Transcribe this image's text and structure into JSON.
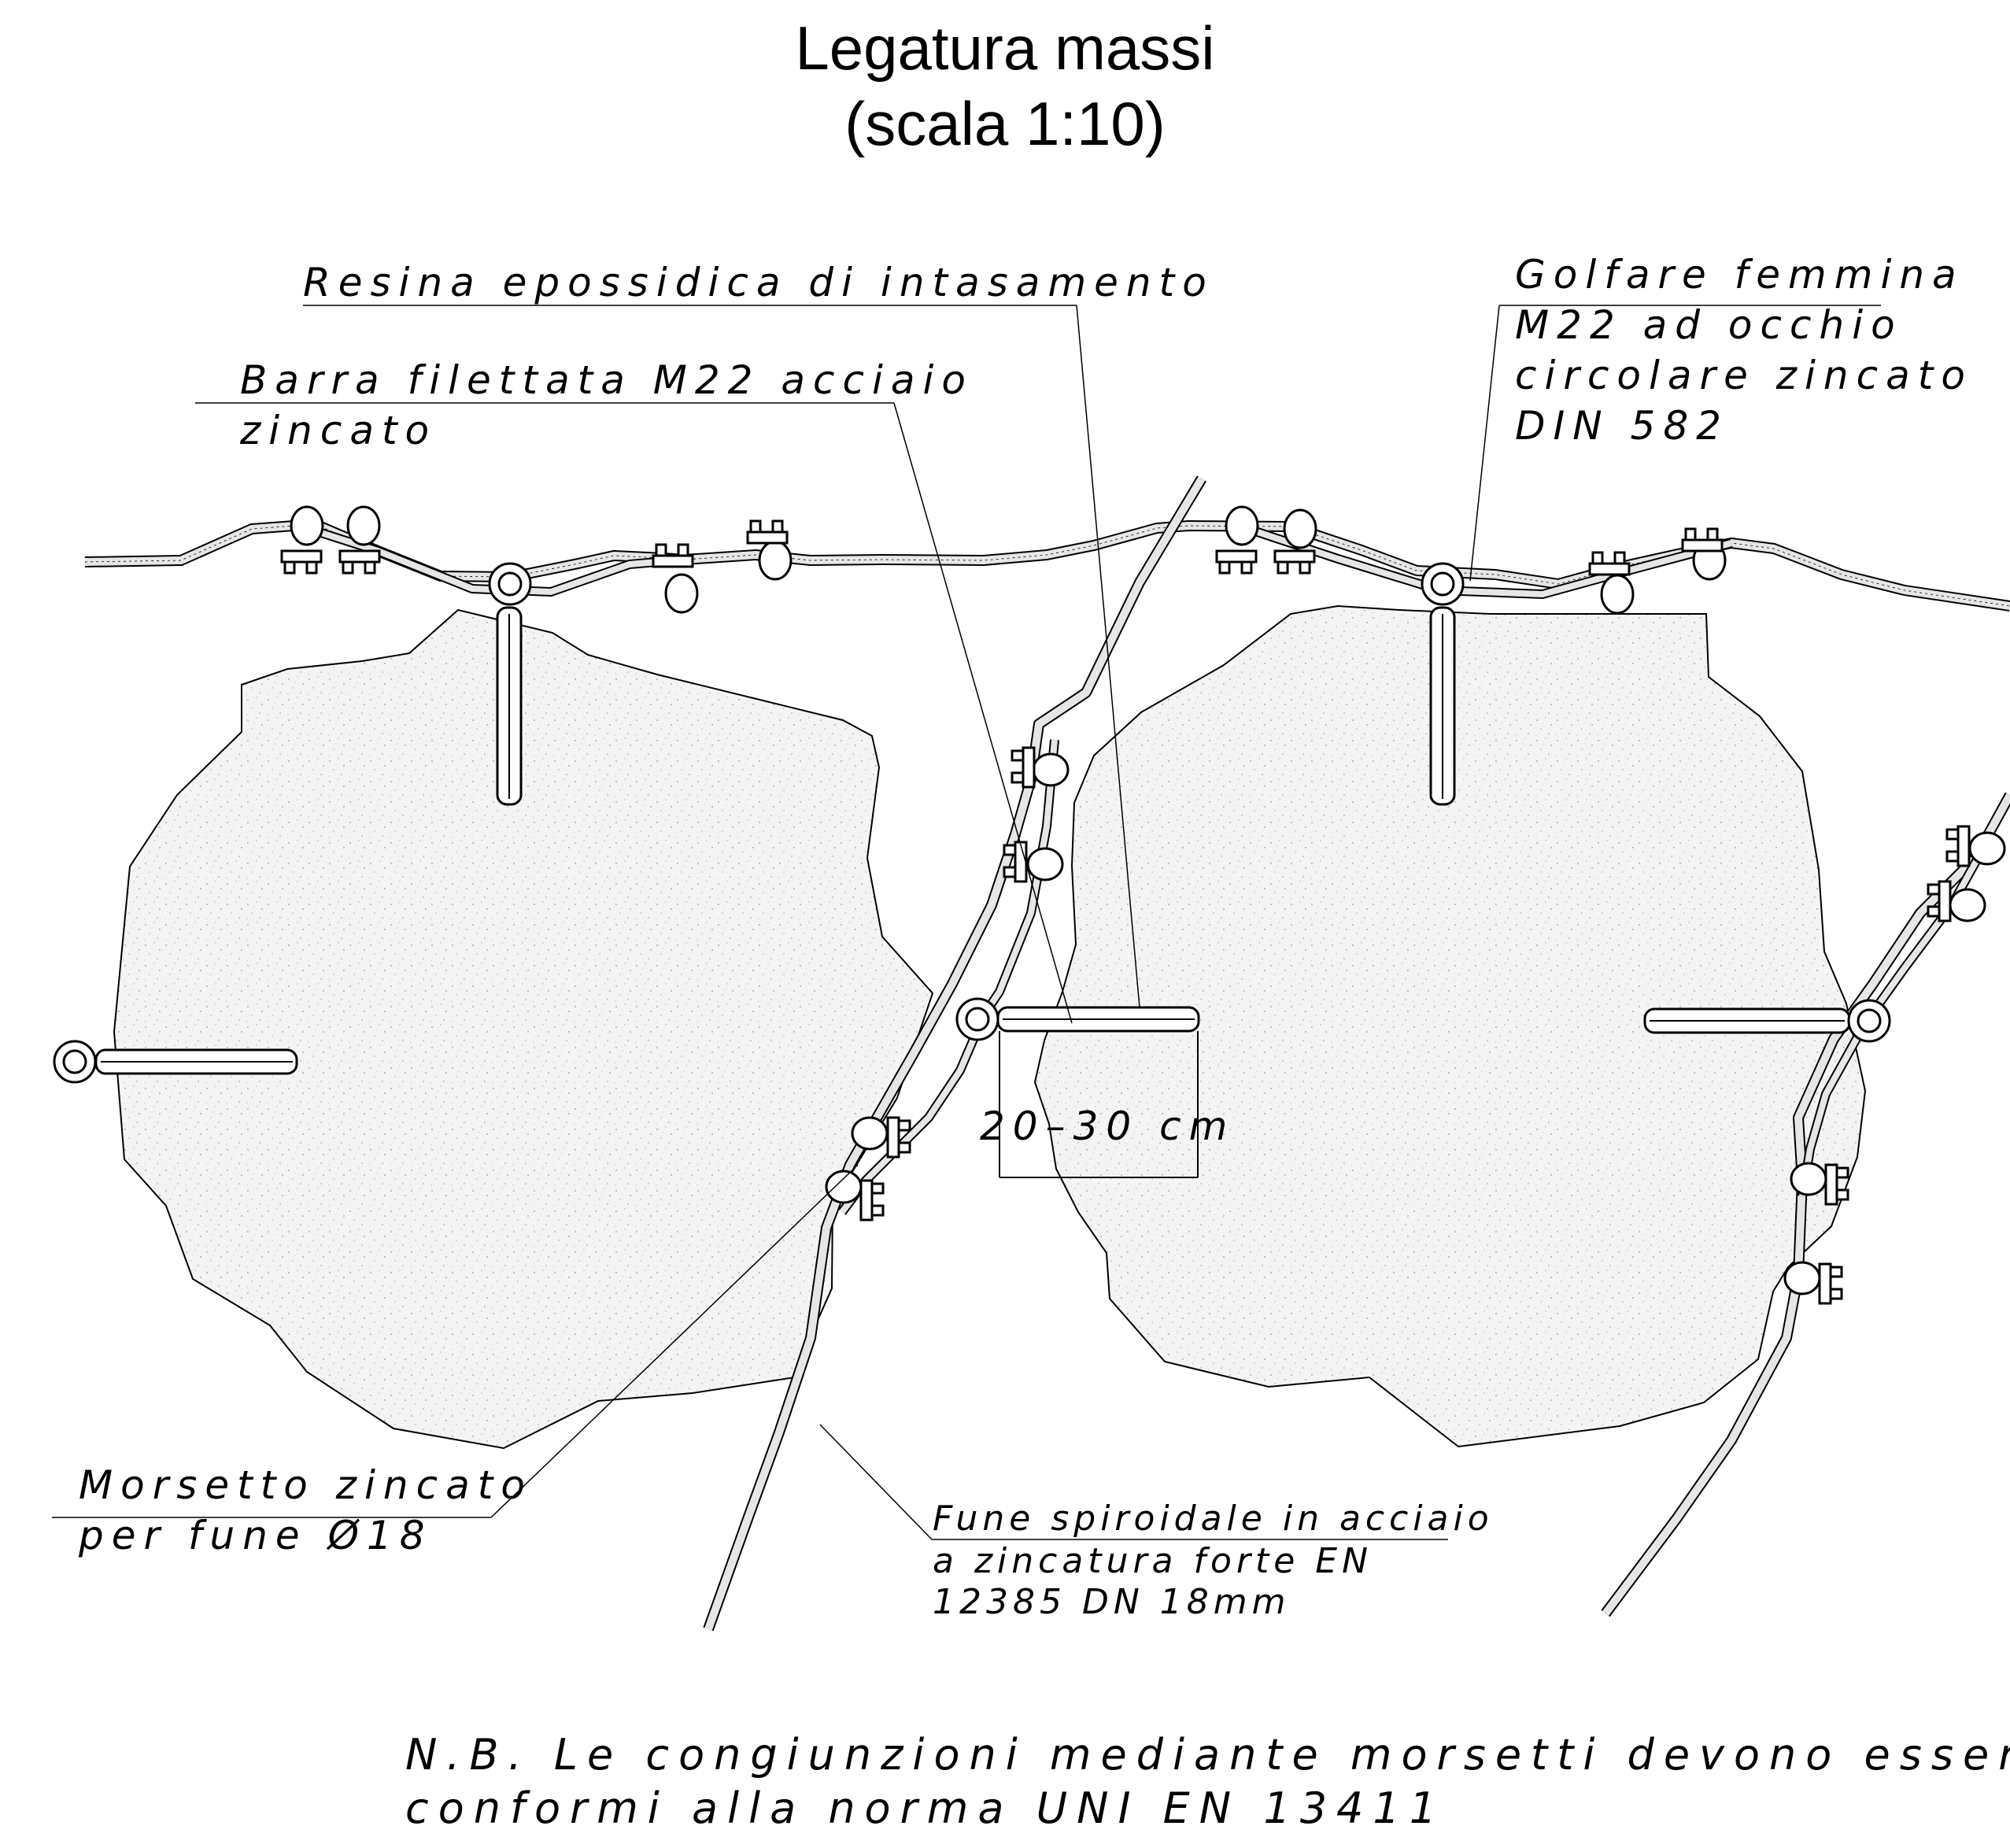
{
  "title": {
    "line1": "Legatura massi",
    "line2": "(scala 1:10)"
  },
  "labels": {
    "resina": "Resina epossidica di intasamento",
    "barra_line1": "Barra filettata M22 acciaio",
    "barra_line2": "zincato",
    "golfare_line1": "Golfare femmina",
    "golfare_line2": "M22 ad occhio",
    "golfare_line3": "circolare zincato",
    "golfare_line4": "DIN 582",
    "morsetto_line1": "Morsetto  zincato",
    "morsetto_line2": "per fune Ø18",
    "fune_line1": "Fune spiroidale in acciaio",
    "fune_line2": "a zincatura forte EN",
    "fune_line3": "12385 DN 18mm",
    "dimension": "20–30 cm"
  },
  "note": {
    "line1": "N.B. Le congiunzioni mediante morsetti devono essere",
    "line2": "conformi alla norma UNI EN 13411"
  },
  "colors": {
    "line": "#000000",
    "boulder_fill": "#f4f4f4",
    "cable_fill": "#e6e6e6"
  }
}
